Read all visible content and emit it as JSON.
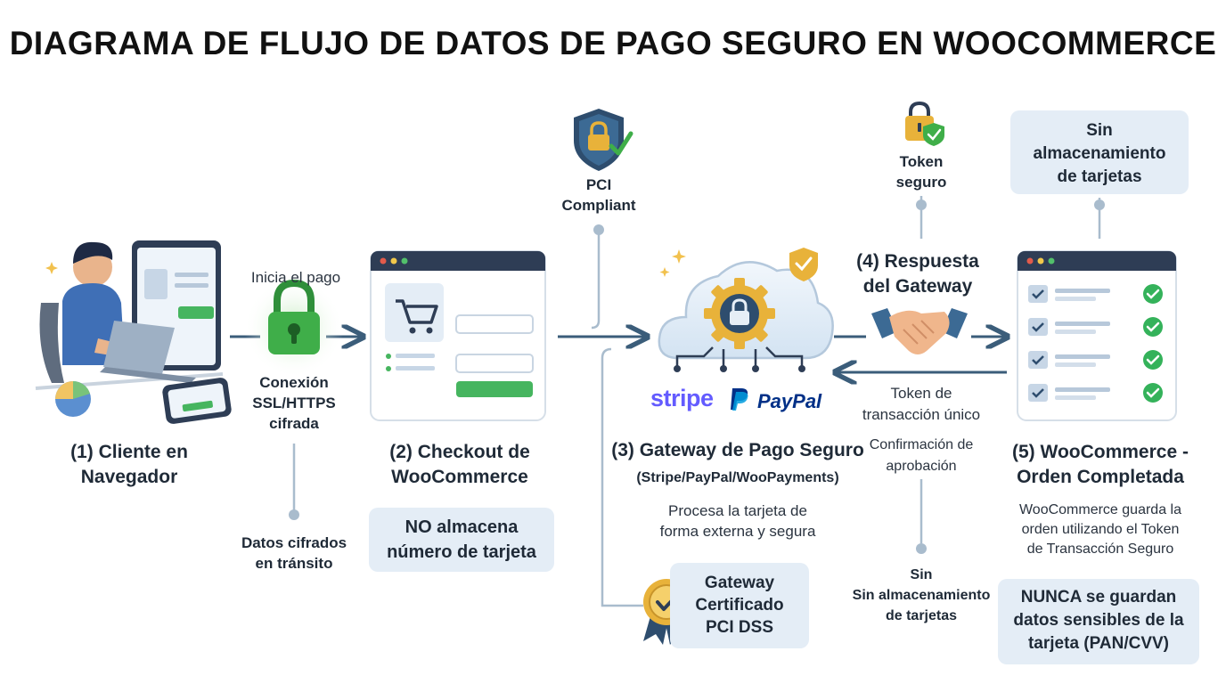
{
  "title": "DIAGRAMA DE FLUJO DE DATOS DE PAGO SEGURO EN WOOCOMMERCE",
  "nodes": {
    "client": {
      "label_line1": "(1) Cliente en",
      "label_line2": "Navegador"
    },
    "checkout": {
      "label_line1": "(2) Checkout de",
      "label_line2": "WooCommerce",
      "note_line1": "NO almacena",
      "note_line2": "número de tarjeta"
    },
    "gateway": {
      "label": "(3) Gateway de Pago Seguro",
      "sublabel": "(Stripe/PayPal/WooPayments)",
      "desc_line1": "Procesa la tarjeta de",
      "desc_line2": "forma externa y segura",
      "logo_stripe": "stripe",
      "logo_paypal": "PayPal",
      "pci_line1": "PCI",
      "pci_line2": "Compliant",
      "cert_line1": "Gateway",
      "cert_line2": "Certificado",
      "cert_line3": "PCI DSS"
    },
    "response": {
      "label_line1": "(4) Respuesta",
      "label_line2": "del Gateway",
      "token_line1": "Token",
      "token_line2": "seguro",
      "return_line1": "Token de",
      "return_line2": "transacción único",
      "confirm_line1": "Confirmación de",
      "confirm_line2": "aprobación",
      "nostore_line1": "Sin",
      "nostore_line2": "Sin almacenamiento",
      "nostore_line3": "de tarjetas"
    },
    "order": {
      "label_line1": "(5) WooCommerce -",
      "label_line2": "Orden Completada",
      "top_note_line1": "Sin",
      "top_note_line2": "almacenamiento",
      "top_note_line3": "de tarjetas",
      "desc_line1": "WooCommerce guarda la",
      "desc_line2": "orden utilizando el Token",
      "desc_line3": "de Transacción Seguro",
      "warn_line1": "NUNCA se guardan",
      "warn_line2": "datos sensibles de la",
      "warn_line3": "tarjeta (PAN/CVV)"
    }
  },
  "connections": {
    "start_label": "Inicia el pago",
    "ssl_line1": "Conexión",
    "ssl_line2": "SSL/HTTPS",
    "ssl_line3": "cifrada",
    "transit_line1": "Datos cifrados",
    "transit_line2": "en tránsito"
  },
  "colors": {
    "arrow": "#3b5d7a",
    "connector": "#a9bccd",
    "green": "#34b25a",
    "lock_green": "#3fae49",
    "gold": "#e8b23a",
    "navy": "#2c3e5c",
    "light_box": "#e4edf6",
    "stripe": "#635bff",
    "paypal_dark": "#003087",
    "paypal_light": "#009cde"
  }
}
